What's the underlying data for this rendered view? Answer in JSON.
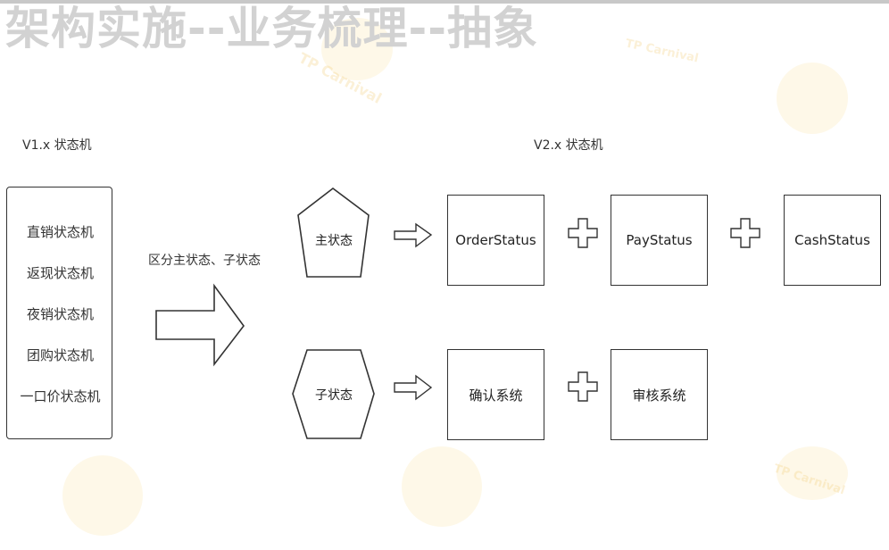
{
  "title": "架构实施--业务梳理--抽象",
  "v1": {
    "heading": "V1.x 状态机",
    "items": [
      "直销状态机",
      "返现状态机",
      "夜销状态机",
      "团购状态机",
      "一口价状态机"
    ]
  },
  "transition_label": "区分主状态、子状态",
  "v2": {
    "heading": "V2.x 状态机",
    "main_shape_label": "主状态",
    "sub_shape_label": "子状态",
    "main_row": [
      "OrderStatus",
      "PayStatus",
      "CashStatus"
    ],
    "sub_row": [
      "确认系统",
      "审核系统"
    ]
  },
  "watermark_text": "TP Carnival",
  "colors": {
    "stroke": "#333333",
    "title": "#d2d2d2",
    "watermark": "#f0c86e"
  }
}
